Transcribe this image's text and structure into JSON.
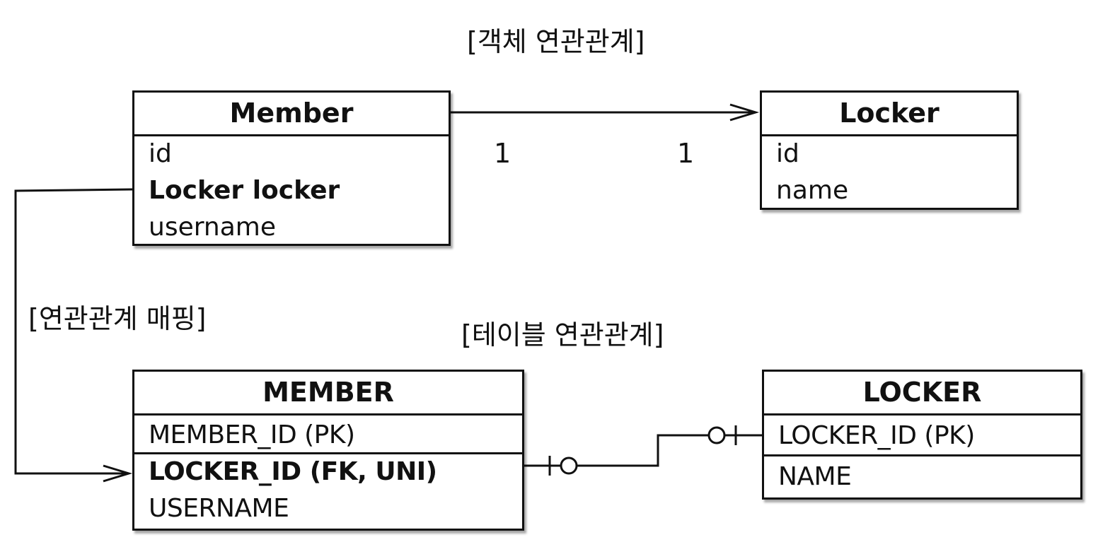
{
  "headings": {
    "object_relation": "[객체 연관관계]",
    "mapping": "[연관관계 매핑]",
    "table_relation": "[테이블 연관관계]"
  },
  "member_object": {
    "title": "Member",
    "fields": [
      "id",
      "Locker locker",
      "username"
    ]
  },
  "locker_object": {
    "title": "Locker",
    "fields": [
      "id",
      "name"
    ]
  },
  "multiplicity": {
    "left": "1",
    "right": "1"
  },
  "member_table": {
    "title": "MEMBER",
    "fields": [
      "MEMBER_ID (PK)",
      "LOCKER_ID (FK, UNI)",
      "USERNAME"
    ]
  },
  "locker_table": {
    "title": "LOCKER",
    "fields": [
      "LOCKER_ID (PK)",
      "NAME"
    ]
  }
}
